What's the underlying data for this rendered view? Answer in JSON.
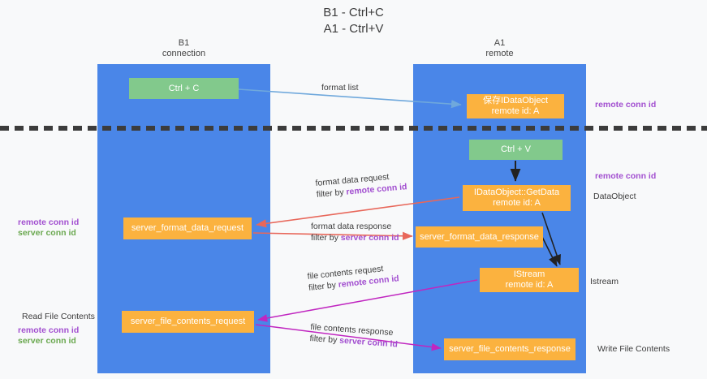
{
  "title": {
    "line1": "B1 - Ctrl+C",
    "line2": "A1 - Ctrl+V"
  },
  "lanes": [
    {
      "id": "b1",
      "name": "B1",
      "sub": "connection"
    },
    {
      "id": "a1",
      "name": "A1",
      "sub": "remote"
    }
  ],
  "boxes": {
    "ctrl_c": {
      "label": "Ctrl + C",
      "color": "#82c98c"
    },
    "idataobject": {
      "label": "保存IDataObject",
      "sub": "remote id: A",
      "color": "#fbb23f"
    },
    "ctrl_v": {
      "label": "Ctrl + V",
      "color": "#82c98c"
    },
    "getdata": {
      "label": "IDataObject::GetData",
      "sub": "remote id: A",
      "color": "#fbb23f"
    },
    "server_format_data_request": {
      "label": "server_format_data_request",
      "color": "#fbb23f"
    },
    "server_format_data_response": {
      "label": "server_format_data_response",
      "color": "#fbb23f"
    },
    "istream": {
      "label": "IStream",
      "sub": "remote id: A",
      "color": "#fbb23f"
    },
    "server_file_contents_request": {
      "label": "server_file_contents_request",
      "color": "#fbb23f"
    },
    "server_file_contents_response": {
      "label": "server_file_contents_response",
      "color": "#fbb23f"
    }
  },
  "edge_labels": {
    "format_list": {
      "line1": "format list"
    },
    "format_data_request": {
      "line1": "format data request",
      "line2_prefix": "filter by ",
      "line2_key": "remote conn id"
    },
    "format_data_response": {
      "line1": "format data response",
      "line2_prefix": "filter by ",
      "line2_key": "server conn id"
    },
    "file_contents_request": {
      "line1": "file contents request",
      "line2_prefix": "filter by ",
      "line2_key": "remote conn id"
    },
    "file_contents_response": {
      "line1": "file contents response",
      "line2_prefix": "filter by ",
      "line2_key": "server conn id"
    }
  },
  "annotations": {
    "right_remote_conn_id_top": "remote conn id",
    "right_remote_conn_id_mid": "remote conn id",
    "right_dataobject": "DataObject",
    "right_istream": "Istream",
    "right_write_file_contents": "Write File Contents",
    "left_remote_conn_id_1": "remote conn id",
    "left_server_conn_id_1": "server conn id",
    "left_read_file_contents": "Read File Contents",
    "left_remote_conn_id_2": "remote conn id",
    "left_server_conn_id_2": "server conn id"
  },
  "colors": {
    "lane": "#4a86e8",
    "green_box": "#82c98c",
    "orange_box": "#fbb23f",
    "purple_text": "#a24fd0",
    "green_text": "#6aa84f",
    "arrow_blue": "#6fa8dc",
    "arrow_red": "#e8675a",
    "arrow_magenta": "#c026c0",
    "arrow_black": "#222222",
    "background": "#f8f9fa"
  }
}
